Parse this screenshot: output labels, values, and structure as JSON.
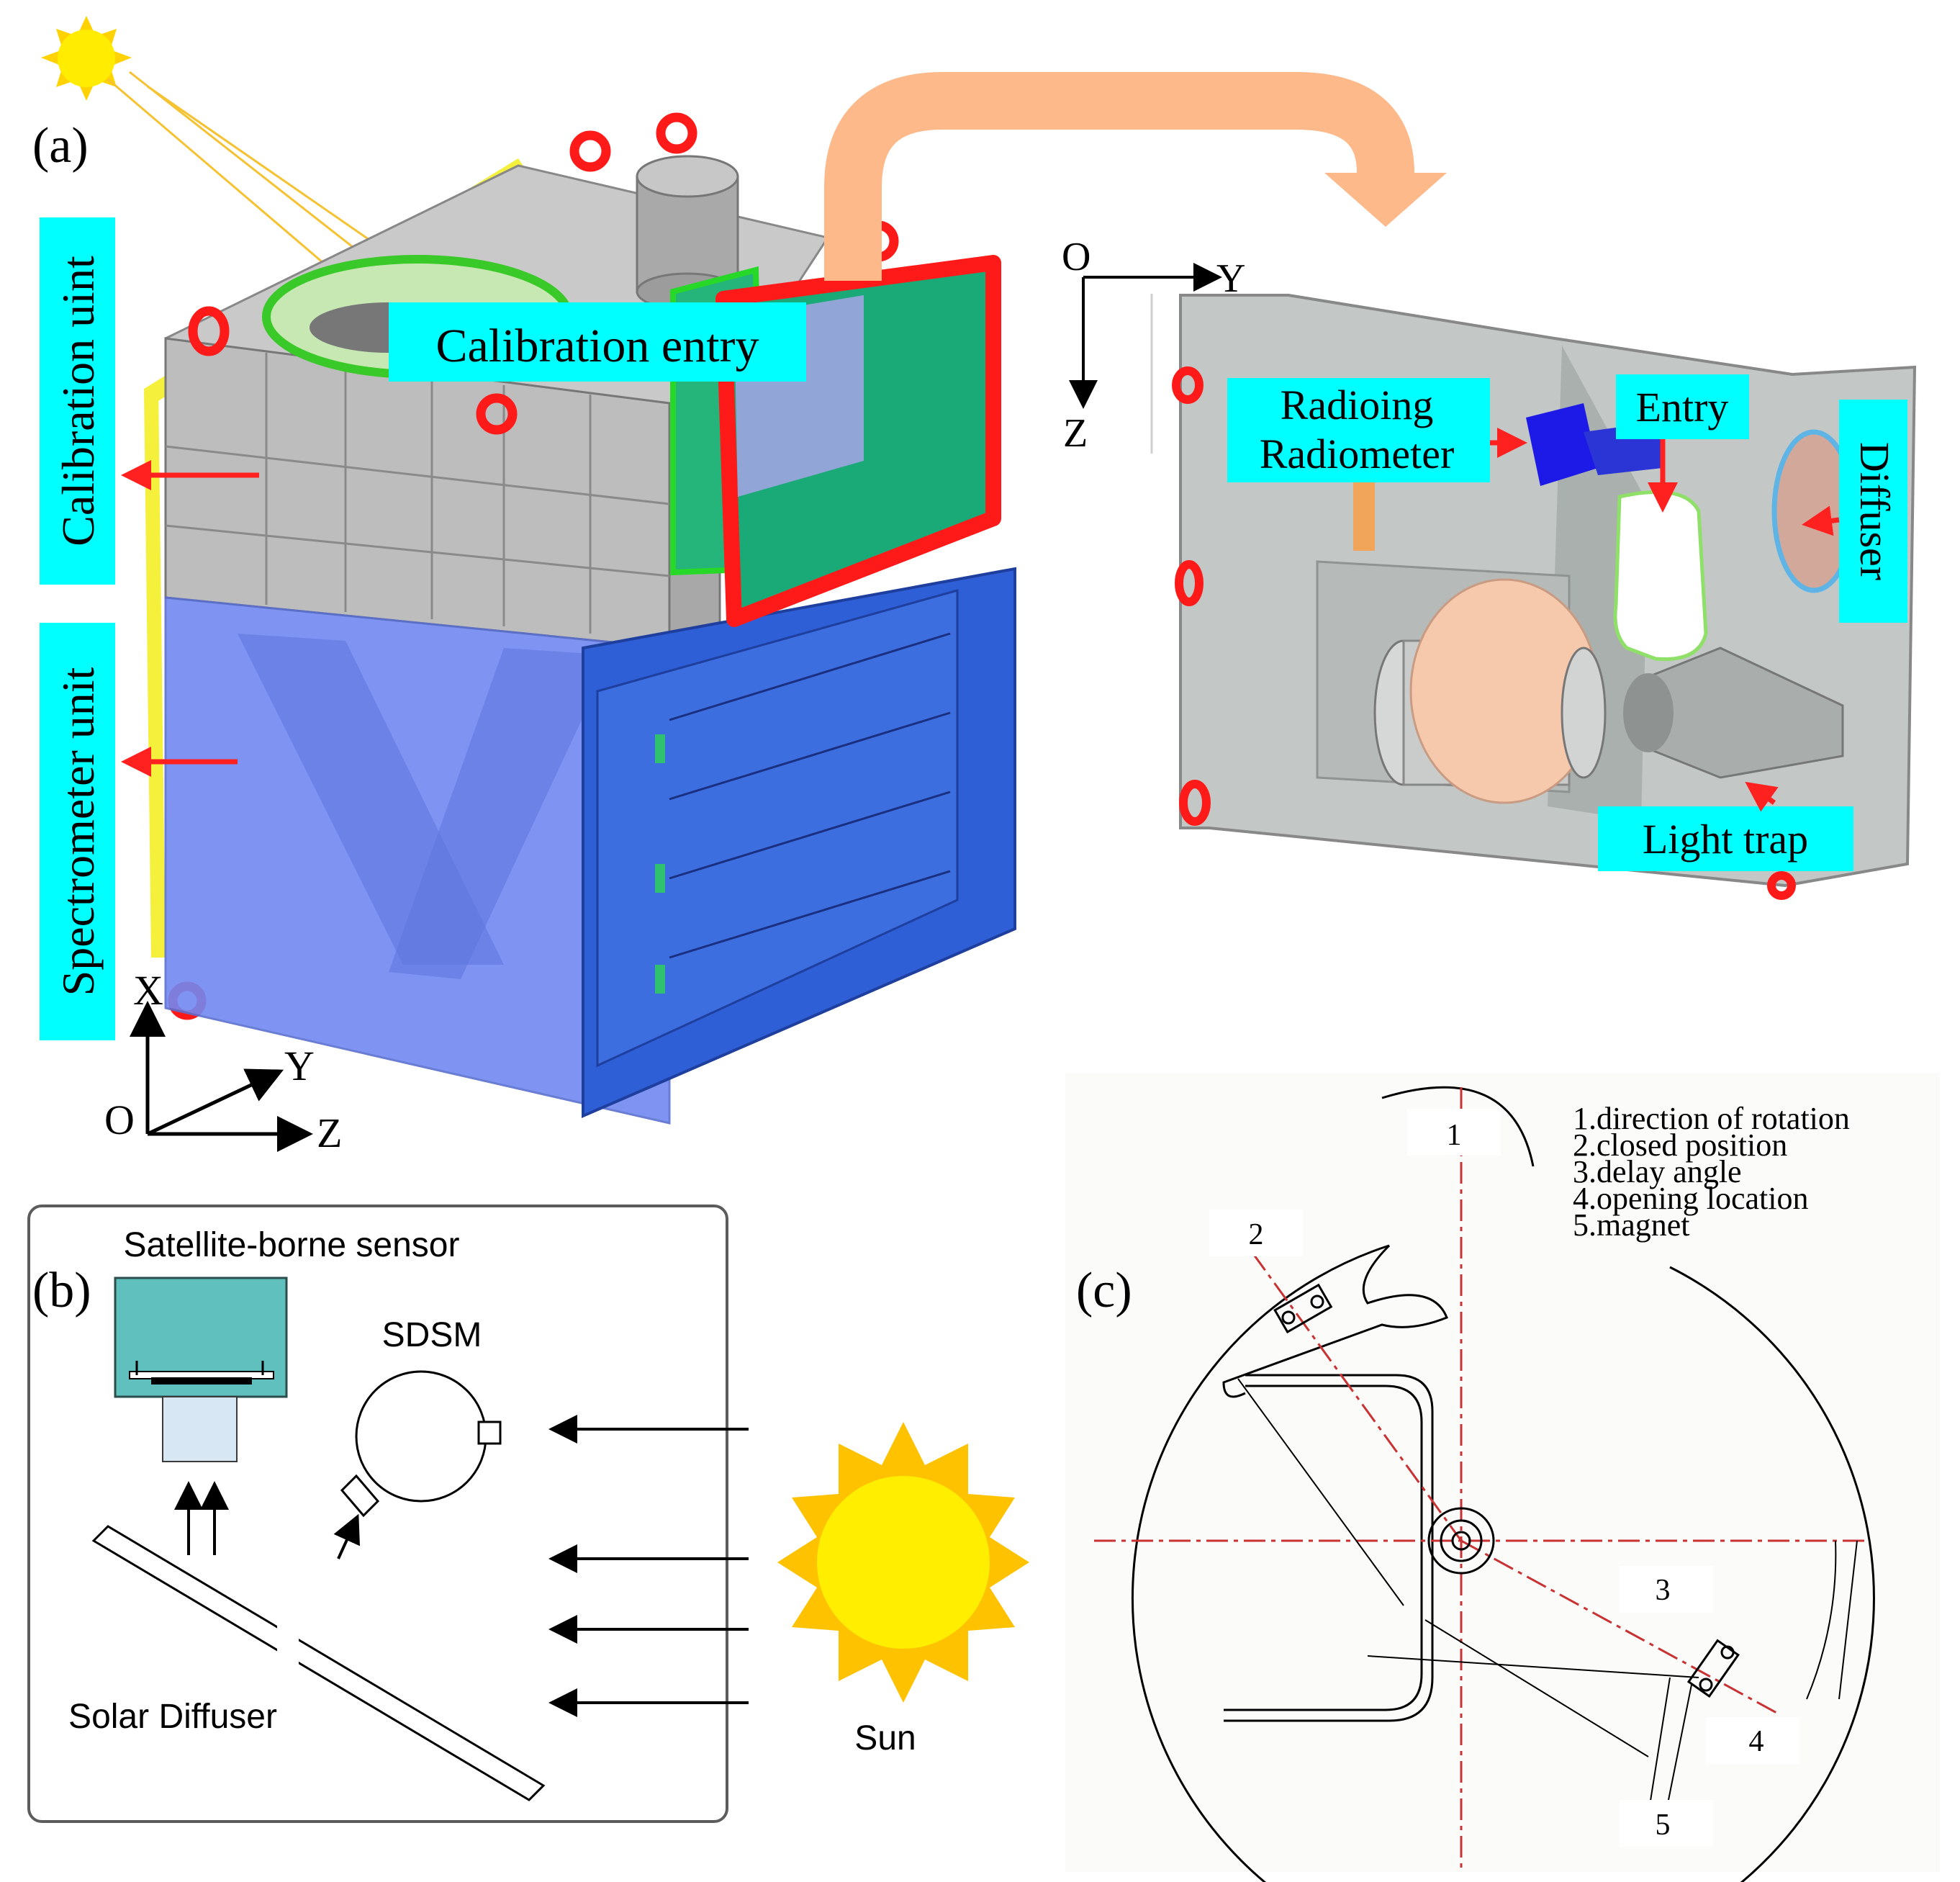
{
  "panel_a": {
    "label": "(a)",
    "calibration_entry": "Calibration entry",
    "calibration_unit": "Calibration uint",
    "spectrometer_unit": "Spectrometer unit",
    "axes_main": {
      "x": "X",
      "y": "Y",
      "z": "Z",
      "o": "O"
    },
    "axes_detail": {
      "o": "O",
      "y": "Y",
      "z": "Z"
    },
    "radiometer_line1": "Radioing",
    "radiometer_line2": "Radiometer",
    "entry": "Entry",
    "diffuser": "Diffuser",
    "light_trap": "Light trap"
  },
  "panel_b": {
    "label": "(b)",
    "sensor": "Satellite-borne sensor",
    "sdsm": "SDSM",
    "solar_diffuser": "Solar Diffuser",
    "sun": "Sun"
  },
  "panel_c": {
    "label": "(c)",
    "legend": [
      "1.direction of rotation",
      "2.closed position",
      "3.delay angle",
      "4.opening location",
      "5.magnet"
    ],
    "callouts": [
      "1",
      "2",
      "3",
      "4",
      "5"
    ]
  },
  "colors": {
    "label_bg": "#00ffff",
    "red_arrow": "#ff2020",
    "sun_yellow": "#ffe600",
    "sun_orange": "#ffc200",
    "housing_gray": "#b9b9b9",
    "spectrometer_blue": "#6f86f0",
    "panel_blue": "#2f5fd6",
    "frame_red": "#ff1a1a",
    "frame_green": "#1aaa78",
    "big_arrow": "#fdb98a",
    "sensor_teal": "#5fc0bd"
  }
}
